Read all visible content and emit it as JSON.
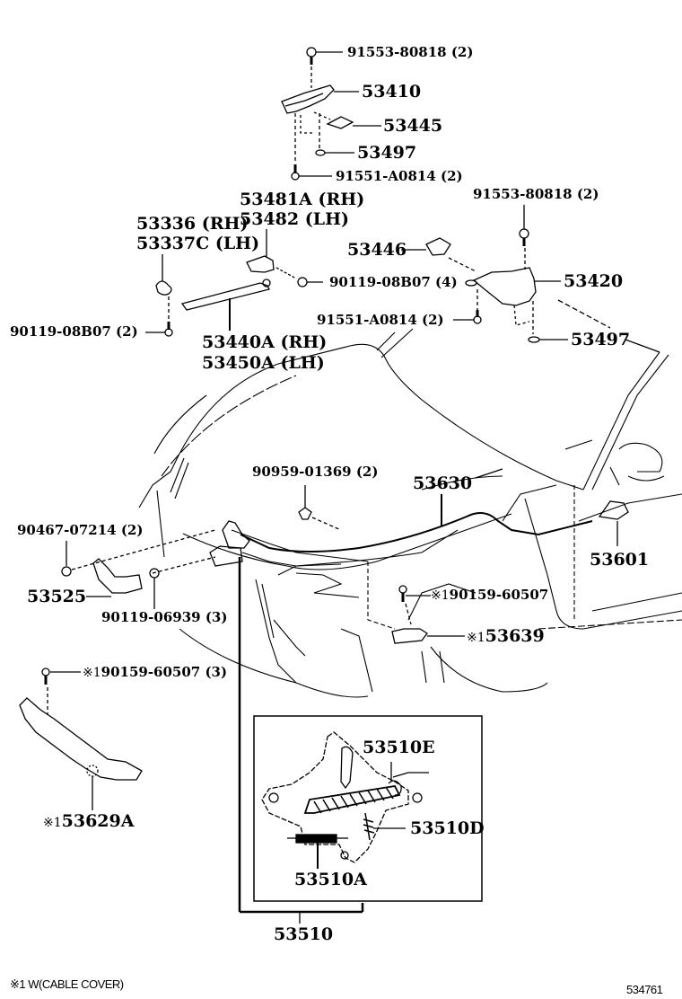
{
  "diagram": {
    "title": "Hood lock & hinge parts diagram",
    "footnote": "※1 W(CABLE COVER)",
    "illustration_number": "534761",
    "note_marker": "※1",
    "parts": {
      "bolt_top_hinge_lh": "91553-80818 (2)",
      "hinge_lh": "53410",
      "hinge_cover_lh": "53445",
      "cushion_lh": "53497",
      "bolt_lower_hinge_lh": "91551-A0814 (2)",
      "stay_bracket_a": "53481A (RH)",
      "stay_bracket_b": "53482 (LH)",
      "stay_lower_bracket_a": "53336 (RH)",
      "stay_lower_bracket_b": "53337C (LH)",
      "bolt_stay_lower": "90119-08B07 (2)",
      "stay_a": "53440A (RH)",
      "stay_b": "53450A (LH)",
      "bolt_stay_upper": "90119-08B07 (4)",
      "bolt_top_hinge_rh": "91553-80818 (2)",
      "hinge_cover_rh": "53446",
      "hinge_rh": "53420",
      "bolt_lower_hinge_rh": "91551-A0814 (2)",
      "cushion_rh": "53497",
      "clip": "90959-01369 (2)",
      "release_cable": "53630",
      "release_lever": "53601",
      "bolt_lock_bracket": "90467-07214 (2)",
      "lock_support": "53525",
      "bolt_lock": "90119-06939 (3)",
      "screw_cover_side": "90159-60507",
      "cable_cover_side": "53639",
      "screw_cover_front": "90159-60507 (3)",
      "cable_cover_front": "53629A",
      "lock_spring_e": "53510E",
      "lock_spring_d": "53510D",
      "lock_spring_a": "53510A",
      "hood_lock_assy": "53510"
    }
  }
}
